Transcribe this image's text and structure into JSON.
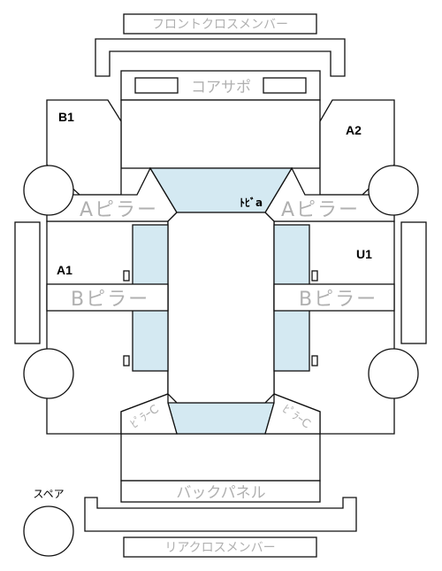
{
  "labels": {
    "front_cross_member": "フロントクロスメンバー",
    "core_support": "コアサポ",
    "pillar_a_left": "Aピラー",
    "pillar_a_right": "Aピラー",
    "pillar_b_left": "Bピラー",
    "pillar_b_right": "Bピラー",
    "back_panel": "バックパネル",
    "rear_cross_member": "リアクロスメンバー",
    "spare": "スペア",
    "roof_fragment": "ﾄﾋﾞa",
    "corner_left": "ﾋﾟﾗｰC",
    "corner_right": "ﾋﾟﾗｰC"
  },
  "marks": {
    "front_left": "B1",
    "front_right": "A2",
    "middle_left": "A1",
    "middle_right": "U1"
  },
  "colors": {
    "glass": "#d4e9f2",
    "label_gray": "#b0b0b0",
    "line": "#111111"
  }
}
